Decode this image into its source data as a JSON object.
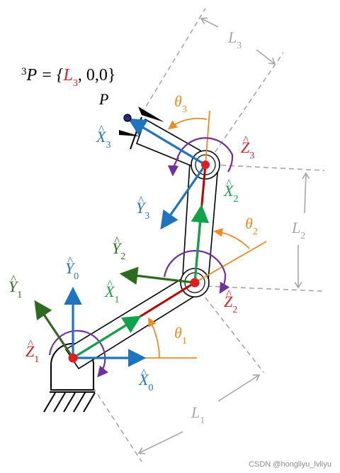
{
  "equation": {
    "prefix": "3",
    "lhs": "P = {",
    "l3": "L",
    "l3_sub": "3",
    "rest": ", 0,0}"
  },
  "point_label": "P",
  "labels": {
    "X0": {
      "letter": "X",
      "sub": "0"
    },
    "Y0": {
      "letter": "Y",
      "sub": "0"
    },
    "Z1": {
      "letter": "Z",
      "sub": "1"
    },
    "X1": {
      "letter": "X",
      "sub": "1"
    },
    "Y1": {
      "letter": "Y",
      "sub": "1"
    },
    "Y2": {
      "letter": "Y",
      "sub": "2"
    },
    "Z2": {
      "letter": "Z",
      "sub": "2"
    },
    "X2": {
      "letter": "X",
      "sub": "2"
    },
    "X3": {
      "letter": "X",
      "sub": "3"
    },
    "Y3": {
      "letter": "Y",
      "sub": "3"
    },
    "Z3": {
      "letter": "Z",
      "sub": "3"
    }
  },
  "angles": {
    "t1": {
      "letter": "θ",
      "sub": "1"
    },
    "t2": {
      "letter": "θ",
      "sub": "2"
    },
    "t3": {
      "letter": "θ",
      "sub": "3"
    }
  },
  "lengths": {
    "L1": {
      "letter": "L",
      "sub": "1"
    },
    "L2": {
      "letter": "L",
      "sub": "2"
    },
    "L3": {
      "letter": "L",
      "sub": "3"
    }
  },
  "watermark": "CSDN @hongliyu_lvliyu",
  "colors": {
    "blue": "#1f74c0",
    "green": "#11a24a",
    "darkgreen": "#2e6b1e",
    "red": "#e31b23",
    "orange": "#f08a22",
    "purple": "#7030a0",
    "gray": "#a6a6a6"
  }
}
